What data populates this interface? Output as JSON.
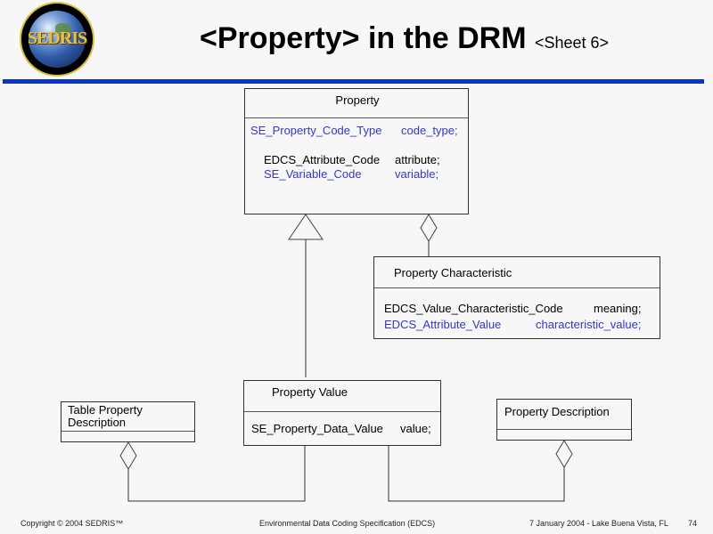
{
  "header": {
    "logo_text": "SEDRIS",
    "title": "<Property> in the DRM",
    "subtitle": "<Sheet 6>"
  },
  "colors": {
    "accent_rule": "#0a35c0",
    "type_blue": "#3636c8"
  },
  "classes": {
    "property": {
      "name": "Property",
      "attributes": [
        {
          "type": "SE_Property_Code_Type",
          "name": "code_type;",
          "color": "blue"
        },
        {
          "type": "EDCS_Attribute_Code",
          "name": "attribute;",
          "color": "black"
        },
        {
          "type": "SE_Variable_Code",
          "name": "variable;",
          "color": "blue"
        }
      ]
    },
    "property_characteristic": {
      "name": "Property Characteristic",
      "attributes": [
        {
          "type": "EDCS_Value_Characteristic_Code",
          "name": "meaning;",
          "color": "black"
        },
        {
          "type": "EDCS_Attribute_Value",
          "name": "characteristic_value;",
          "color": "blue"
        }
      ]
    },
    "property_value": {
      "name": "Property Value",
      "attributes": [
        {
          "type": "SE_Property_Data_Value",
          "name": "value;",
          "color": "black"
        }
      ]
    },
    "table_property_description": {
      "name_line1": "Table Property",
      "name_line2": "Description"
    },
    "property_description": {
      "name": "Property Description"
    }
  },
  "footer": {
    "copyright": "Copyright © 2004 SEDRIS™",
    "spec": "Environmental Data Coding Specification (EDCS)",
    "date_location": "7 January 2004 - Lake Buena Vista, FL",
    "page": "74"
  }
}
